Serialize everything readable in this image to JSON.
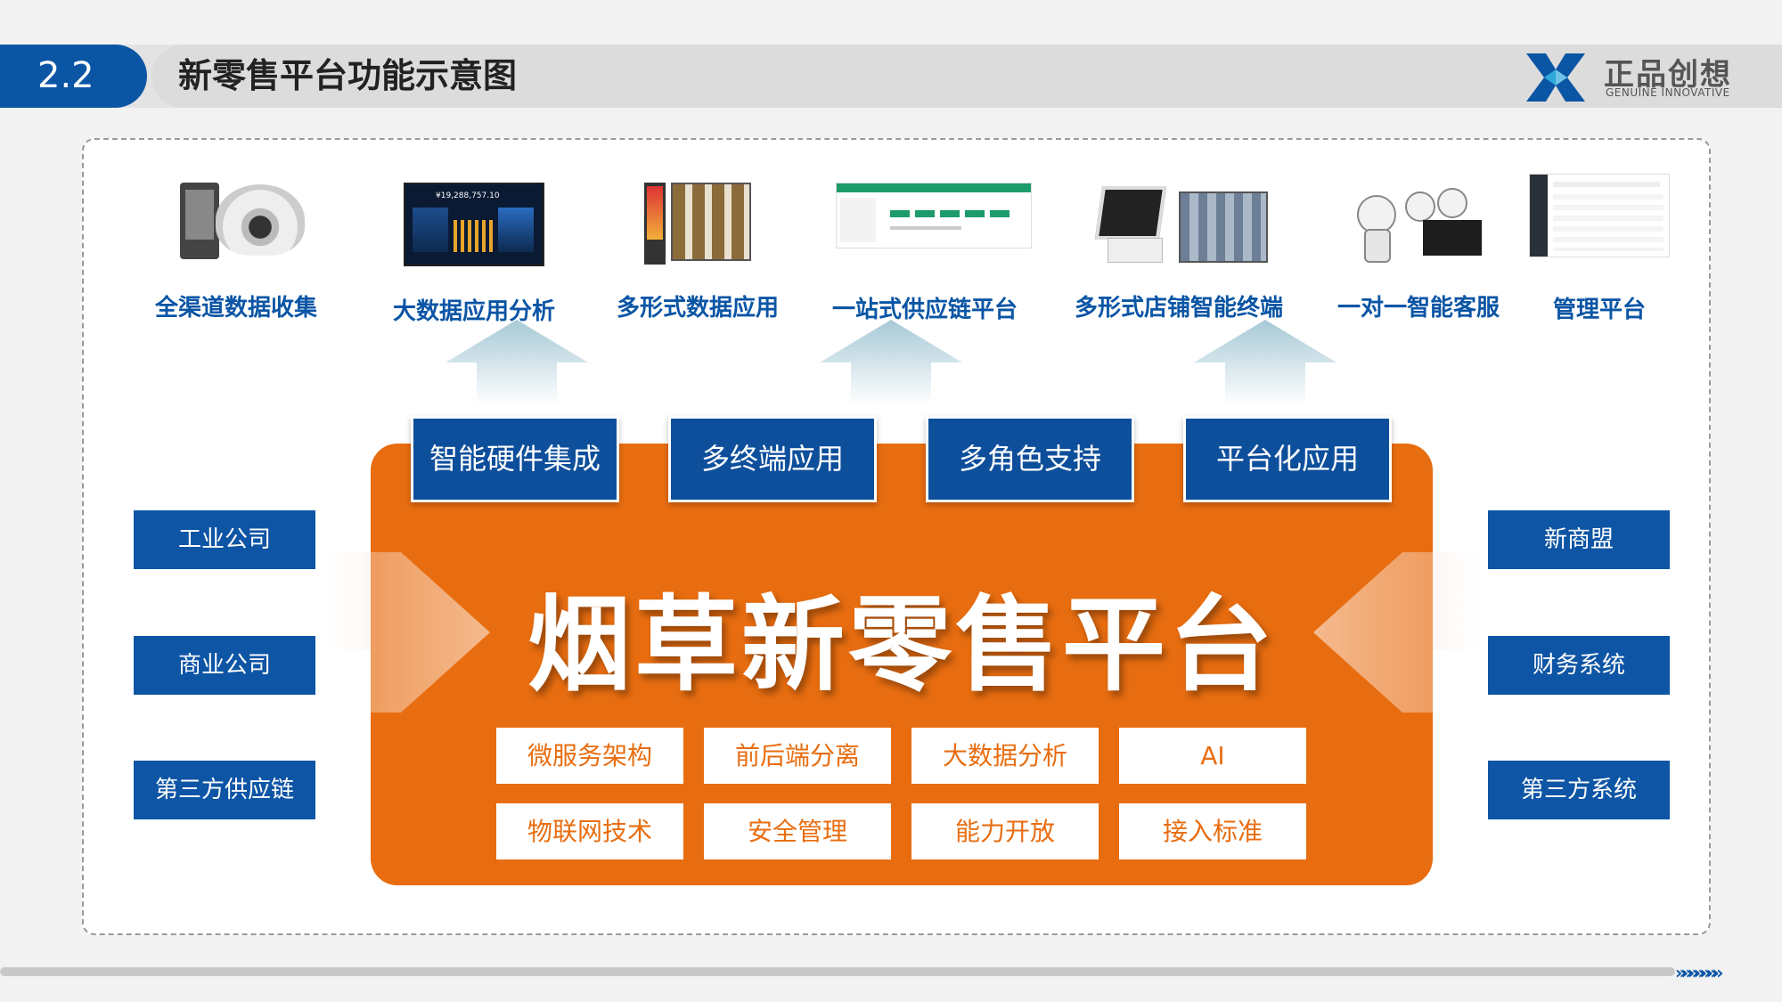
{
  "header": {
    "section_number": "2.2",
    "title": "新零售平台功能示意图",
    "logo_cn": "正品创想",
    "logo_en": "GENUINE INNOVATIVE",
    "accent_color": "#0b55a5"
  },
  "features": [
    {
      "label": "全渠道数据收集",
      "icon": "camera-kiosk-icon"
    },
    {
      "label": "大数据应用分析",
      "icon": "dashboard-screen-icon"
    },
    {
      "label": "多形式数据应用",
      "icon": "digital-signage-icon"
    },
    {
      "label": "一站式供应链平台",
      "icon": "web-platform-icon"
    },
    {
      "label": "多形式店铺智能终端",
      "icon": "pos-terminal-icon"
    },
    {
      "label": "一对一智能客服",
      "icon": "robot-service-icon"
    },
    {
      "label": "管理平台",
      "icon": "admin-panel-icon"
    }
  ],
  "dashboard_value": "¥19,288,757.10",
  "platform": {
    "title": "烟草新零售平台",
    "color": "#e86d10",
    "capabilities": [
      "智能硬件集成",
      "多终端应用",
      "多角色支持",
      "平台化应用"
    ],
    "tech_row1": [
      "微服务架构",
      "前后端分离",
      "大数据分析",
      "AI"
    ],
    "tech_row2": [
      "物联网技术",
      "安全管理",
      "能力开放",
      "接入标准"
    ]
  },
  "left_sources": [
    "工业公司",
    "商业公司",
    "第三方供应链"
  ],
  "right_sources": [
    "新商盟",
    "财务系统",
    "第三方系统"
  ]
}
